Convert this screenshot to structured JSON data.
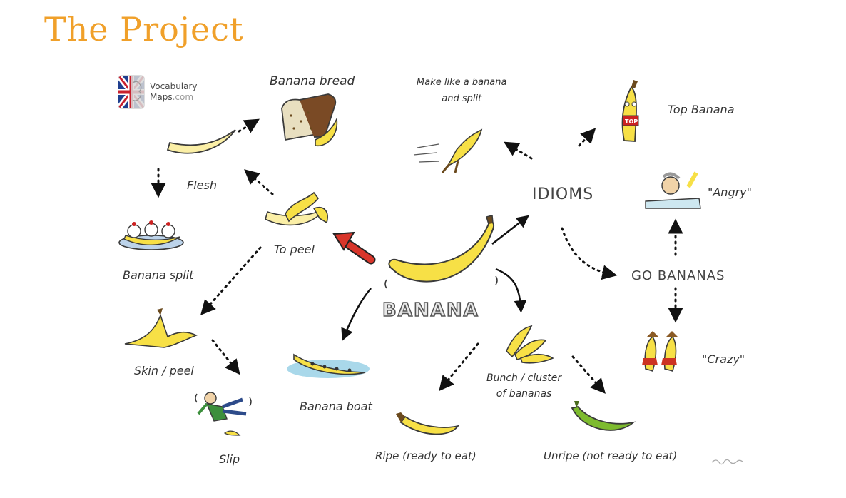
{
  "header": {
    "title": "The Project"
  },
  "logo": {
    "line1": "Vocabulary",
    "line2": "Maps",
    "line2_suffix": ".com"
  },
  "center": {
    "word": "BANANA"
  },
  "nodes": {
    "banana_bread": "Banana bread",
    "flesh": "Flesh",
    "to_peel": "To peel",
    "banana_split": "Banana split",
    "skin_peel": "Skin / peel",
    "slip": "Slip",
    "banana_boat": "Banana boat",
    "make_like_line1": "Make like a banana",
    "make_like_line2": "and split",
    "idioms": "IDIOMS",
    "top_banana": "Top Banana",
    "angry": "\"Angry\"",
    "go_bananas": "GO BANANAS",
    "crazy": "\"Crazy\"",
    "bunch_line1": "Bunch / cluster",
    "bunch_line2": "of bananas",
    "ripe": "Ripe (ready to eat)",
    "unripe": "Unripe (not ready to eat)"
  },
  "colors": {
    "title": "#F0A02A",
    "banana": "#F7E046",
    "banana_outline": "#3a3a3a",
    "arrow": "#111111",
    "red_arrow": "#D8352A",
    "unripe": "#7DBB2E",
    "boat_water": "#A9D8EA"
  },
  "icons": [
    "flag-brain-icon",
    "banana-icon",
    "banana-bread-icon",
    "peeled-banana-icon",
    "banana-split-icon",
    "banana-skin-icon",
    "slipping-man-icon",
    "banana-boat-icon",
    "running-banana-icon",
    "top-banana-icon",
    "angry-person-icon",
    "dancing-bananas-icon",
    "banana-bunch-icon",
    "ripe-banana-icon",
    "unripe-banana-icon"
  ]
}
